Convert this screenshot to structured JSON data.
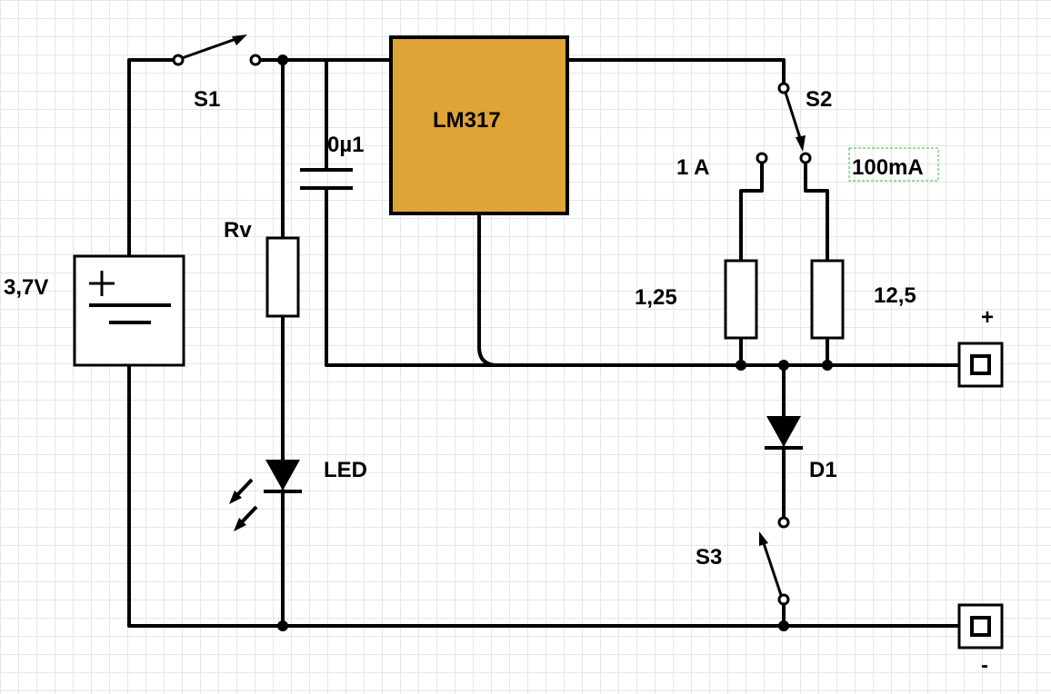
{
  "labels": {
    "battery": "3,7V",
    "battery_plus": "+",
    "switch_main": "S1",
    "capacitor": "0µ1",
    "regulator": "LM317",
    "switch_range": "S2",
    "range_high": "1 A",
    "range_low": "100mA",
    "resistor_led": "Rv",
    "resistor_high": "1,25",
    "resistor_low": "12,5",
    "led": "LED",
    "diode": "D1",
    "switch_diode": "S3",
    "terminal_plus": "+",
    "terminal_minus": "-"
  },
  "colors": {
    "regulator_fill": "#dfa436",
    "wire": "#000000",
    "grid": "#e6e6e6",
    "selection_outline": "#2fbf3a"
  }
}
